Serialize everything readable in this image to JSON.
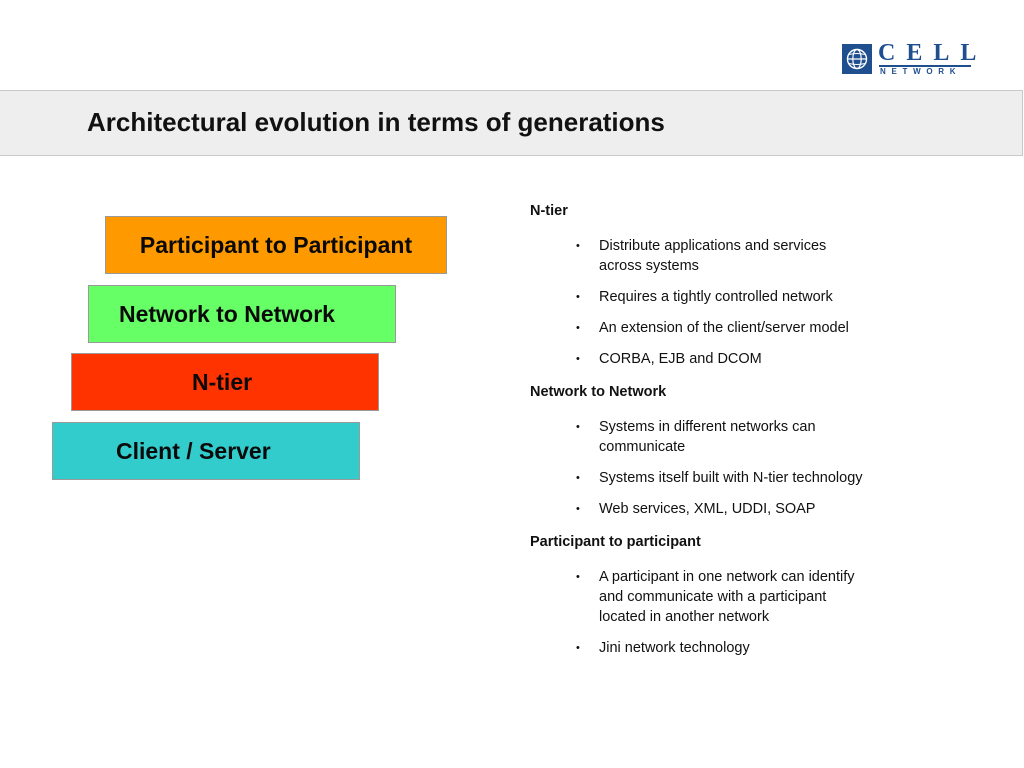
{
  "logo": {
    "word": "CELL",
    "sub": "NETWORK",
    "colors": {
      "primary": "#1f4f8f"
    }
  },
  "title": "Architectural evolution in terms of generations",
  "layers": [
    {
      "label": "Participant to Participant",
      "color": "#ff9900"
    },
    {
      "label": "Network to Network",
      "color": "#66ff66"
    },
    {
      "label": "N-tier",
      "color": "#ff3300"
    },
    {
      "label": "Client / Server",
      "color": "#33cccc"
    }
  ],
  "sections": [
    {
      "heading": "N-tier",
      "items": [
        "Distribute applications and services across systems",
        "Requires a tightly controlled network",
        "An extension of the client/server model",
        "CORBA, EJB and DCOM"
      ]
    },
    {
      "heading": "Network to Network",
      "items": [
        "Systems in different networks can communicate",
        "Systems itself built with N-tier technology",
        "Web services, XML, UDDI, SOAP"
      ]
    },
    {
      "heading": "Participant to participant",
      "items": [
        "A participant in one network can identify and communicate with a participant located in another network",
        "Jini network technology"
      ]
    }
  ],
  "bullet_glyph": "•"
}
